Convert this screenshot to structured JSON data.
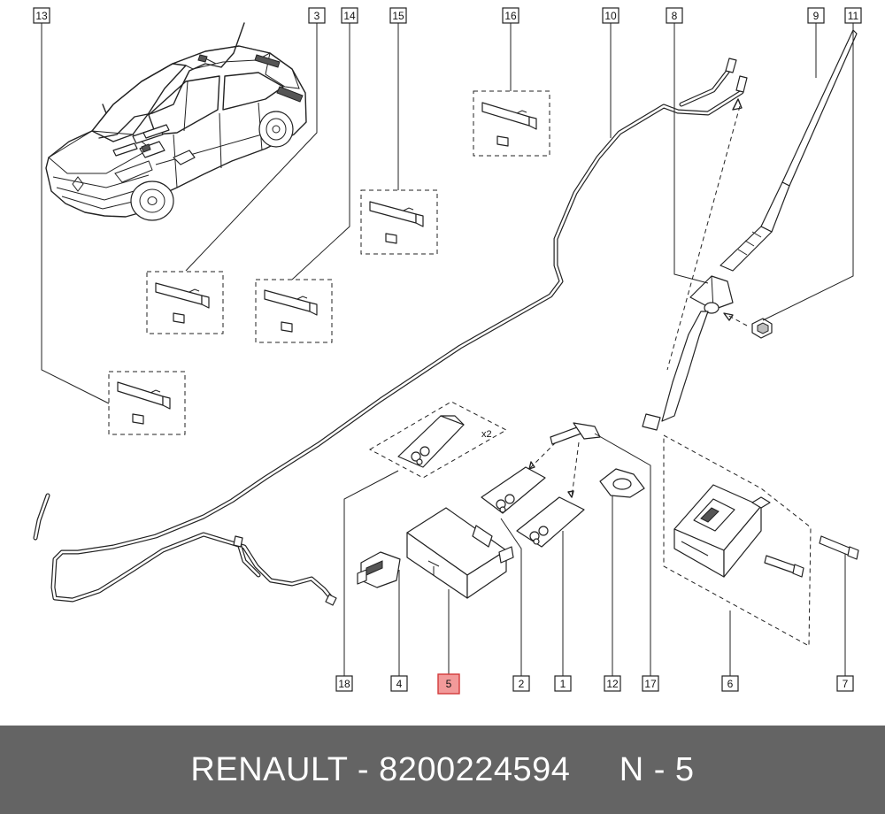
{
  "diagram": {
    "callouts": [
      "13",
      "3",
      "14",
      "15",
      "16",
      "10",
      "8",
      "9",
      "11",
      "18",
      "4",
      "5",
      "2",
      "1",
      "12",
      "17",
      "6",
      "7"
    ],
    "highlighted_callout": "5",
    "multiplier_label": "x2"
  },
  "colors": {
    "highlight_fill": "#f29a9a",
    "highlight_stroke": "#d23a3a",
    "caption_bar": "#646464",
    "caption_text": "#ffffff"
  },
  "caption": {
    "brand": "RENAULT",
    "separator": " - ",
    "part_number": "8200224594",
    "position_label": "N - 5"
  }
}
